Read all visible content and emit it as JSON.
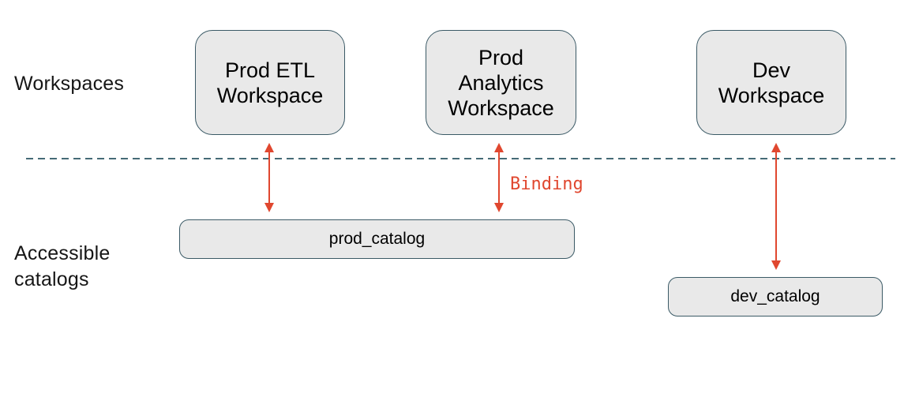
{
  "diagram": {
    "row_labels": {
      "workspaces": "Workspaces",
      "accessible_catalogs": "Accessible\ncatalogs"
    },
    "workspace_nodes": [
      {
        "label": "Prod ETL\nWorkspace"
      },
      {
        "label": "Prod\nAnalytics\nWorkspace"
      },
      {
        "label": "Dev\nWorkspace"
      }
    ],
    "catalog_nodes": [
      {
        "label": "prod_catalog"
      },
      {
        "label": "dev_catalog"
      }
    ],
    "binding_annotation": "Binding",
    "connections": [
      {
        "from": "Prod ETL Workspace",
        "to": "prod_catalog",
        "style": "double-headed-arrow"
      },
      {
        "from": "Prod Analytics Workspace",
        "to": "prod_catalog",
        "style": "double-headed-arrow",
        "annotation": "Binding"
      },
      {
        "from": "Dev Workspace",
        "to": "dev_catalog",
        "style": "double-headed-arrow"
      }
    ],
    "colors": {
      "background": "#ffffff",
      "node_fill": "#e9e9e9",
      "node_border": "#3b5a66",
      "binding_red": "#e0472f",
      "separator_dash": "#456a76",
      "label_text": "#161616",
      "node_text": "#000000"
    }
  }
}
